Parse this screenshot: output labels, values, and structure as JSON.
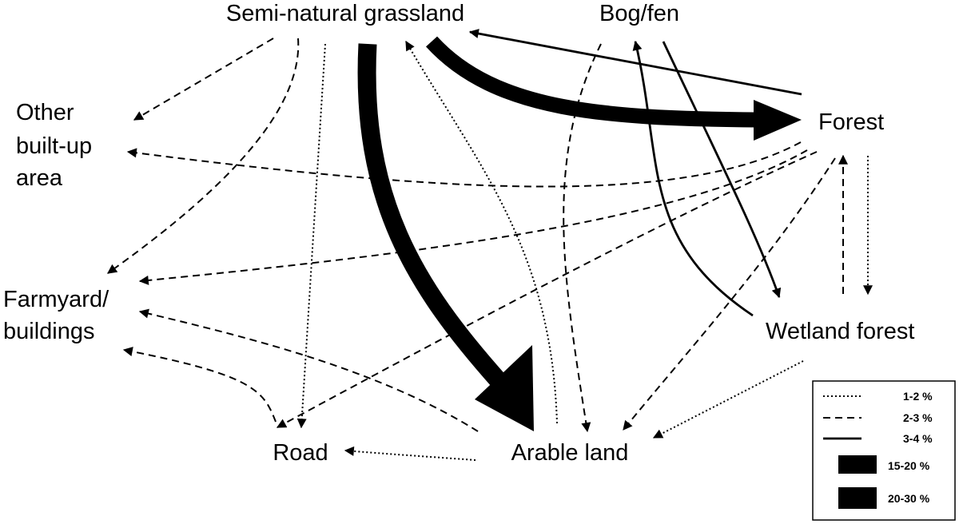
{
  "nodes": {
    "semi_natural_grassland": "Semi-natural grassland",
    "bog_fen": "Bog/fen",
    "forest": "Forest",
    "other_built_up_line1": "Other",
    "other_built_up_line2": "built-up",
    "other_built_up_line3": "area",
    "farmyard_line1": "Farmyard/",
    "farmyard_line2": "buildings",
    "wetland_forest": "Wetland forest",
    "road": "Road",
    "arable_land": "Arable land"
  },
  "legend": {
    "items": [
      {
        "label": "1-2 %",
        "style": "dotted"
      },
      {
        "label": "2-3 %",
        "style": "dashed"
      },
      {
        "label": "3-4 %",
        "style": "solid"
      },
      {
        "label": "15-20 %",
        "style": "thick"
      },
      {
        "label": "20-30 %",
        "style": "thickest"
      }
    ]
  },
  "flows": [
    {
      "from": "Semi-natural grassland",
      "to": "Arable land",
      "class": "20-30 %"
    },
    {
      "from": "Semi-natural grassland",
      "to": "Forest",
      "class": "15-20 %"
    },
    {
      "from": "Forest",
      "to": "Semi-natural grassland",
      "class": "3-4 %"
    },
    {
      "from": "Bog/fen",
      "to": "Wetland forest",
      "class": "3-4 %"
    },
    {
      "from": "Wetland forest",
      "to": "Bog/fen",
      "class": "3-4 %"
    },
    {
      "from": "Semi-natural grassland",
      "to": "Other built-up area",
      "class": "2-3 %"
    },
    {
      "from": "Semi-natural grassland",
      "to": "Farmyard/buildings",
      "class": "2-3 %"
    },
    {
      "from": "Forest",
      "to": "Other built-up area",
      "class": "2-3 %"
    },
    {
      "from": "Forest",
      "to": "Farmyard/buildings",
      "class": "2-3 %"
    },
    {
      "from": "Forest",
      "to": "Road",
      "class": "2-3 %"
    },
    {
      "from": "Wetland forest",
      "to": "Forest",
      "class": "2-3 %"
    },
    {
      "from": "Arable land",
      "to": "Farmyard/buildings",
      "class": "2-3 %"
    },
    {
      "from": "Road",
      "to": "Farmyard/buildings",
      "class": "2-3 %"
    },
    {
      "from": "Bog/fen",
      "to": "Arable land",
      "class": "2-3 %"
    },
    {
      "from": "Forest",
      "to": "Arable land",
      "class": "2-3 %"
    },
    {
      "from": "Semi-natural grassland",
      "to": "Road",
      "class": "1-2 %"
    },
    {
      "from": "Arable land",
      "to": "Semi-natural grassland",
      "class": "1-2 %"
    },
    {
      "from": "Arable land",
      "to": "Road",
      "class": "1-2 %"
    },
    {
      "from": "Forest",
      "to": "Wetland forest",
      "class": "1-2 %"
    },
    {
      "from": "Wetland forest",
      "to": "Arable land",
      "class": "1-2 %"
    }
  ]
}
